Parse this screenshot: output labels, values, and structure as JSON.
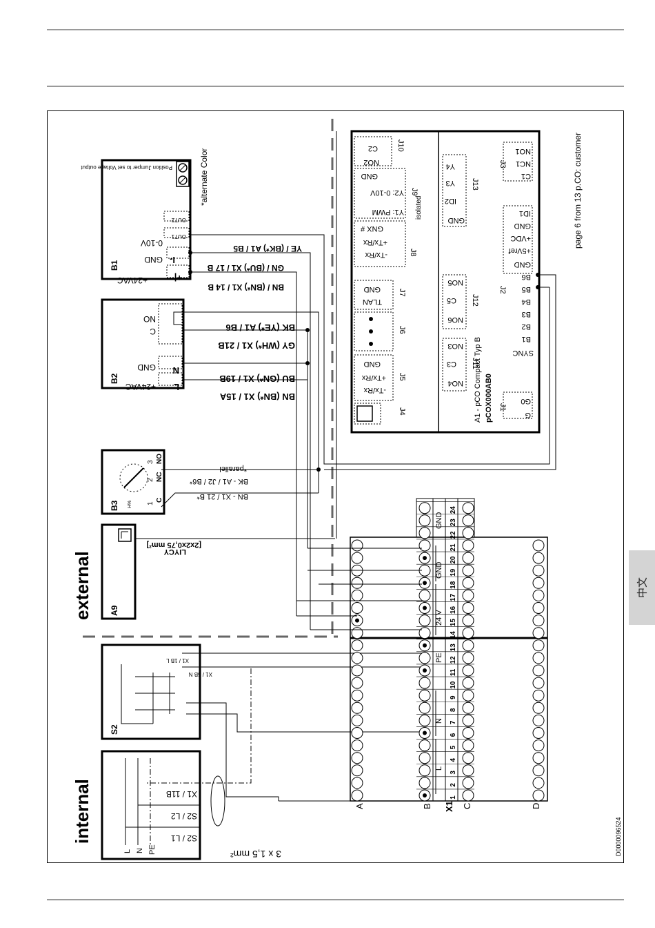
{
  "page": {
    "language_tab": "中文",
    "doc_code": "D0000096524"
  },
  "zones": {
    "internal": "internal",
    "external": "external"
  },
  "components": {
    "b1": {
      "name": "B1",
      "pins": [
        "+24VAC",
        "GND",
        "0-10V"
      ],
      "outputs": [
        "OUT1",
        "OUT2"
      ],
      "jumper_note": "Position Jumper to set Voltage output",
      "alt_color": "*alternate Color"
    },
    "b2": {
      "name": "B2",
      "pins": [
        "+24VAC",
        "GND",
        "C",
        "NO"
      ]
    },
    "b3": {
      "name": "B3",
      "pins": [
        "1",
        "2",
        "3"
      ],
      "contacts": [
        "C",
        "NC",
        "NO"
      ],
      "unit": "H%"
    },
    "a9": {
      "name": "A9",
      "cable": "LIYCY",
      "cable_spec": "[2x2x0,75 mm²]"
    },
    "s2": {
      "name": "S2",
      "terminal_labels": [
        "X1 / 1B L",
        "X1 / 6B N"
      ]
    },
    "internal_box": {
      "pins": [
        "L",
        "N",
        "PE"
      ],
      "labels": [
        "S2 / L1",
        "S2 / L2",
        "X1 / 11B"
      ]
    },
    "cable_3x": "3 x 1,5 mm²"
  },
  "wires": {
    "b1_ye": "YE / (BK*) A1 / B5",
    "b1_gn": "GN / (BU*) X1 / 17 B",
    "b1_bn": "BN / (BN*) X1 / 14 B",
    "b2_bk": "BK (YE*) A1 / B6",
    "b2_gy": "GY (WH*) X1 / 21B",
    "b2_bu": "BU (GN*) X1 / 19B",
    "b2_bn": "BN (BN*) X1 / 15A",
    "b3_bk": "BK - A1 / J2 / B6*",
    "b3_bn": "BN - X1 / 21 B*",
    "b3_parallel": "*parallel"
  },
  "controller": {
    "title": "A1 - pCO Compact Typ B",
    "model": "pCOX000AB0",
    "page_ref": "page 6 from 13 p.CO: customer",
    "connectors": {
      "j10": {
        "name": "J10",
        "pins": [
          "C2",
          "NO2"
        ]
      },
      "j9": {
        "name": "J9",
        "pins": [
          "GND",
          "Y2: 0-10V",
          "Y1: PWM"
        ]
      },
      "j8": {
        "name": "J8",
        "note": "isolated",
        "pins": [
          "GNX #",
          "+Tx/Rx",
          "-Tx/Rx"
        ]
      },
      "j7": {
        "name": "J7",
        "pins": [
          "GND",
          "TLAN"
        ]
      },
      "j6": {
        "name": "J6"
      },
      "j5": {
        "name": "J5",
        "pins": [
          "GND",
          "+Tx/Rx",
          "-Tx/Rx"
        ]
      },
      "j4": {
        "name": "J4"
      },
      "j13": {
        "name": "J13",
        "pins": [
          "Y4",
          "Y3",
          "ID2",
          "GND"
        ]
      },
      "j12": {
        "name": "J12",
        "pins": [
          "NO5",
          "C5",
          "NO6"
        ]
      },
      "j11": {
        "name": "J11",
        "pins": [
          "NO3",
          "C3",
          "NO4"
        ]
      },
      "j3": {
        "name": "J3",
        "pins": [
          "NO1",
          "NC1",
          "C1"
        ]
      },
      "j2": {
        "name": "J2",
        "pins": [
          "ID1",
          "GND",
          "+VDC",
          "+5Vref",
          "GND",
          "B6",
          "B5",
          "B4",
          "B3",
          "B2",
          "B1",
          "SYNC"
        ]
      },
      "j1": {
        "name": "J1",
        "pins": [
          "G0",
          "G"
        ]
      }
    }
  },
  "terminal_block": {
    "name": "X1",
    "rows": [
      "A",
      "B",
      "C",
      "D"
    ],
    "numbers": [
      "1",
      "2",
      "3",
      "4",
      "5",
      "6",
      "7",
      "8",
      "9",
      "10",
      "11",
      "12",
      "13",
      "14",
      "15",
      "16",
      "17",
      "18",
      "19",
      "20",
      "21",
      "22",
      "23",
      "24"
    ],
    "groups": [
      "L",
      "N",
      "PE",
      "24 V",
      "GND",
      "GND"
    ]
  }
}
